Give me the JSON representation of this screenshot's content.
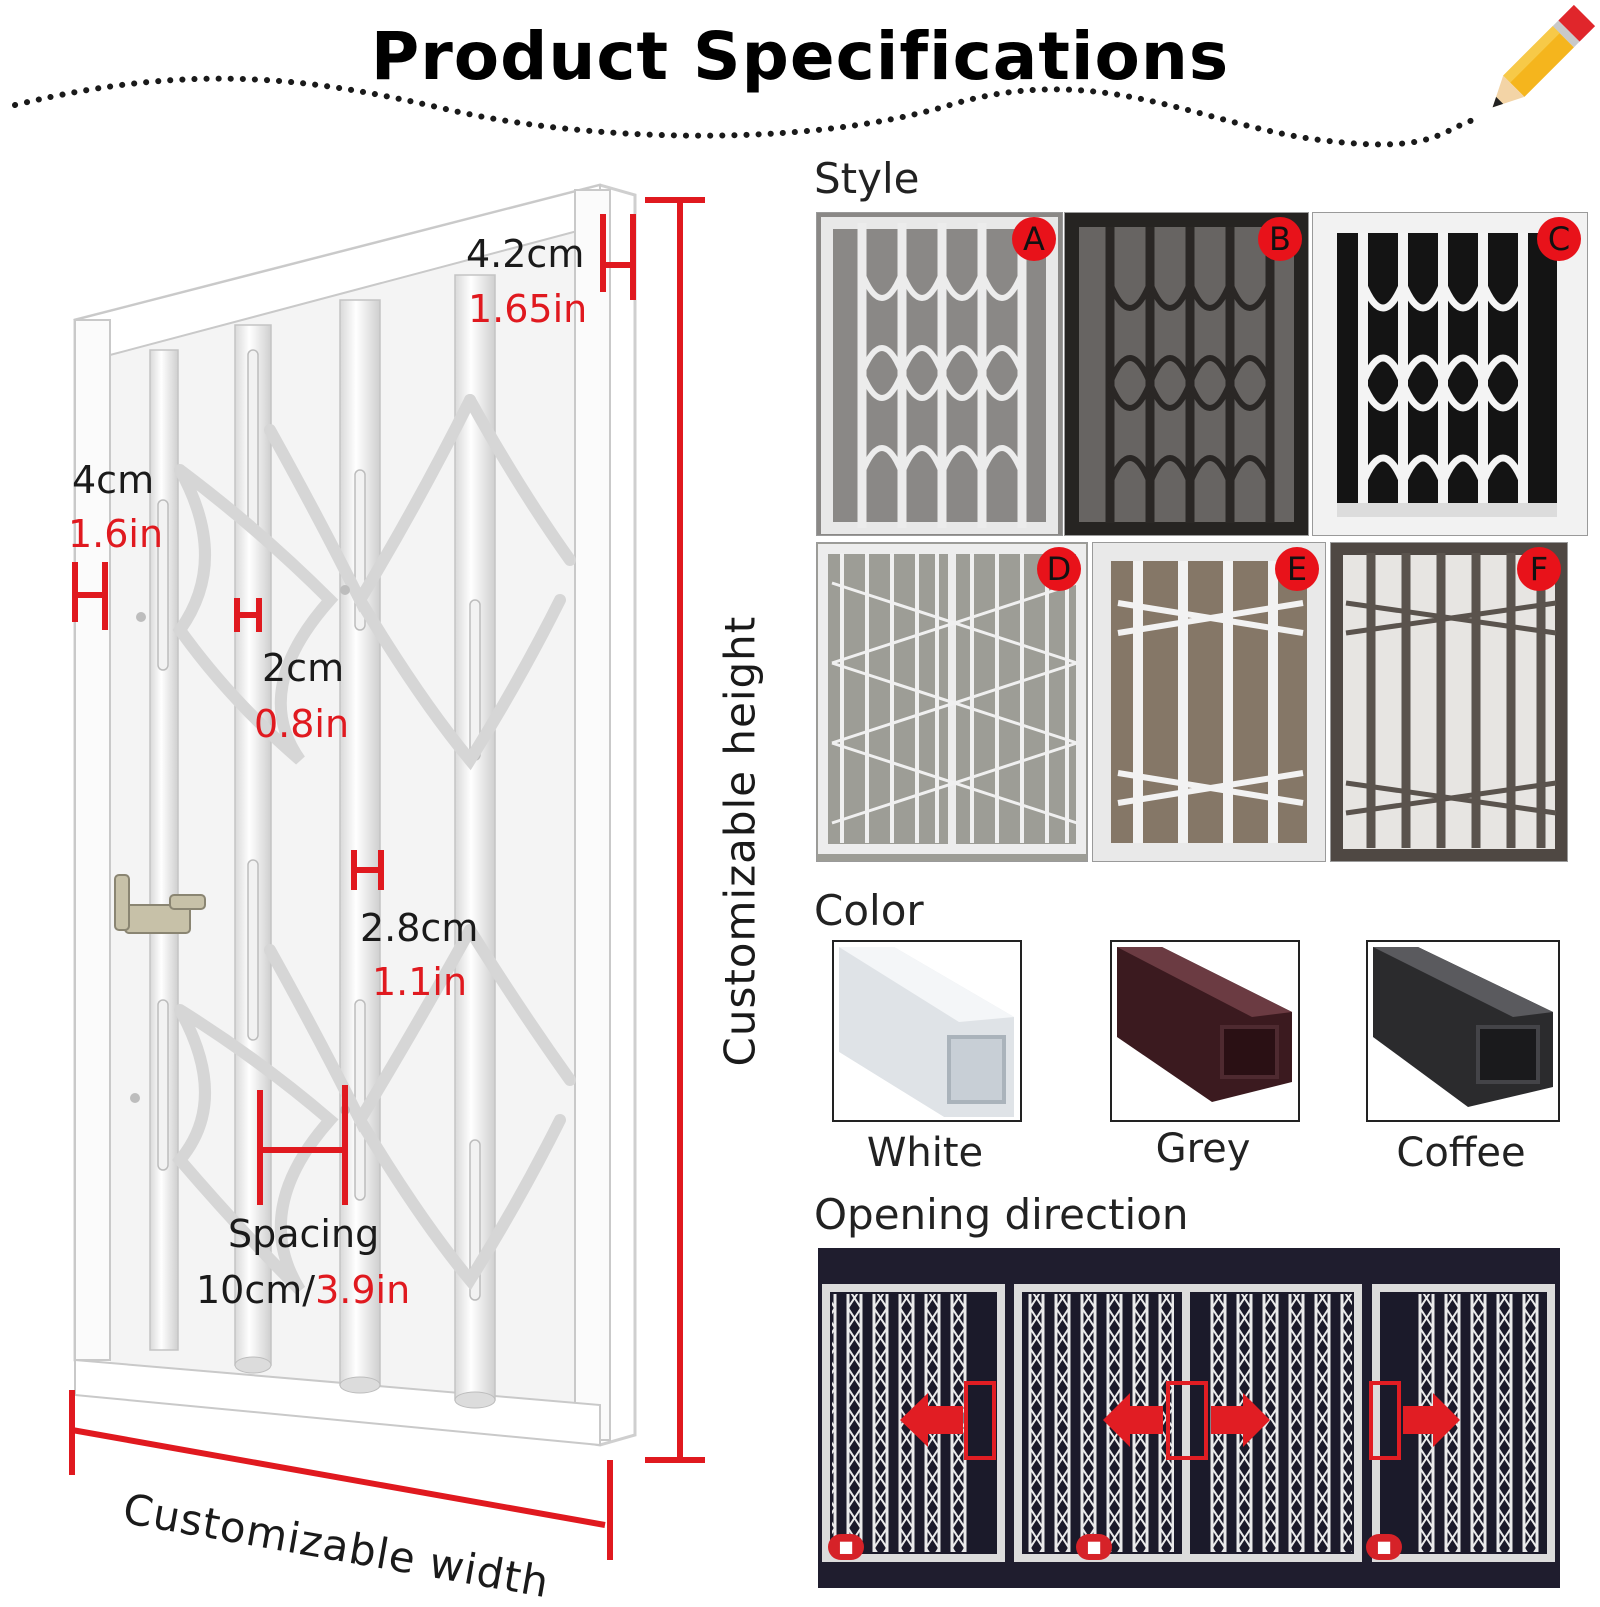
{
  "title": "Product Specifications",
  "colors": {
    "accent": "#e0191f",
    "badge": "#e8121a",
    "frame": "#f2f2f2",
    "dark_bg": "#1f1d2e"
  },
  "icons": {
    "pencil": "pencil-icon",
    "lock": "lock-icon",
    "arrow": "arrow-icon"
  },
  "diagram": {
    "dims": {
      "top_frame": {
        "cm": "4.2cm",
        "in": "1.65in"
      },
      "side_frame": {
        "cm": "4cm",
        "in": "1.6in"
      },
      "bar_a": {
        "cm": "2cm",
        "in": "0.8in"
      },
      "bar_b": {
        "cm": "2.8cm",
        "in": "1.1in"
      },
      "spacing": {
        "label": "Spacing",
        "cm": "10cm/",
        "in": "3.9in"
      }
    },
    "height_label": "Customizable height",
    "width_label": "Customizable width"
  },
  "style_section": {
    "label": "Style",
    "items": [
      {
        "letter": "A",
        "tone": "light"
      },
      {
        "letter": "B",
        "tone": "dark"
      },
      {
        "letter": "C",
        "tone": "white"
      },
      {
        "letter": "D",
        "tone": "light"
      },
      {
        "letter": "E",
        "tone": "light"
      },
      {
        "letter": "F",
        "tone": "brown"
      }
    ]
  },
  "color_section": {
    "label": "Color",
    "options": [
      {
        "name": "White",
        "hex": "#e4e7ea"
      },
      {
        "name": "Grey",
        "hex": "#3a1a1e"
      },
      {
        "name": "Coffee",
        "hex": "#2a2a2c"
      }
    ]
  },
  "opening_section": {
    "label": "Opening direction"
  }
}
